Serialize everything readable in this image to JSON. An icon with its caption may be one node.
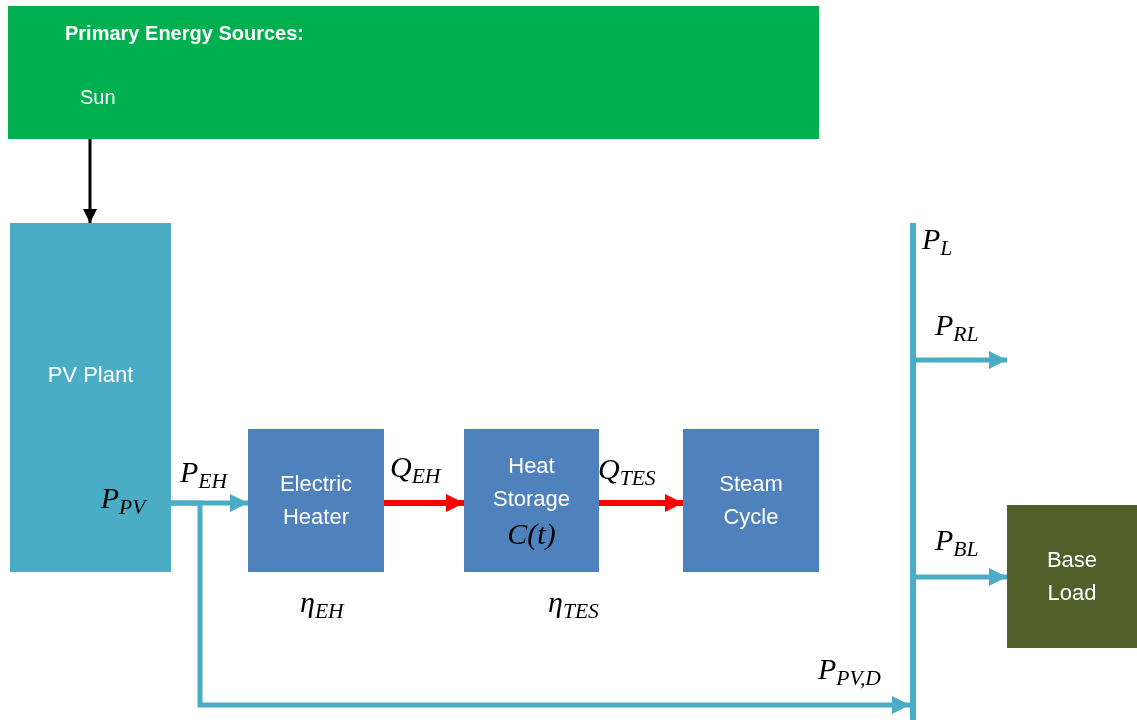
{
  "diagram": {
    "nodes": [
      {
        "text": [
          "Primary Energy Sources:",
          "Sun"
        ]
      },
      {
        "text": [
          "PV Plant",
          "P$_{PV}$"
        ]
      },
      {
        "text": [
          "Electric Heater"
        ],
        "beside": [
          "η$_{EH}$"
        ]
      },
      {
        "text": [
          "Heat Storage",
          "C(t)"
        ],
        "beside": [
          "η$_{TES}$"
        ]
      },
      {
        "text": [
          "Steam Cycle"
        ]
      },
      {
        "text": [],
        "shape": "bar",
        "beside": [
          "P$_{L}$"
        ]
      },
      {
        "text": [
          "Base Load"
        ]
      }
    ],
    "edges": [
      {
        "from": 0,
        "to": 1,
        "arrow": "to",
        "color": "#000000"
      },
      {
        "from": 1,
        "to": 2,
        "arrow": "to",
        "label": "P$_{EH}$"
      },
      {
        "from": 2,
        "to": 3,
        "arrow": "to",
        "label": "Q$_{EH}$",
        "color": "#ff0000"
      },
      {
        "from": 3,
        "to": 4,
        "arrow": "to",
        "label": "Q$_{TES}$",
        "color": "#ff0000"
      },
      {
        "from": 1,
        "to": 5,
        "arrow": "to",
        "label": "P$_{PV,D}$"
      },
      {
        "from": 5,
        "to": null,
        "arrow": "to",
        "label": "P$_{RL}$"
      },
      {
        "from": 5,
        "to": 6,
        "arrow": "to",
        "label": "P$_{BL}$"
      }
    ]
  }
}
